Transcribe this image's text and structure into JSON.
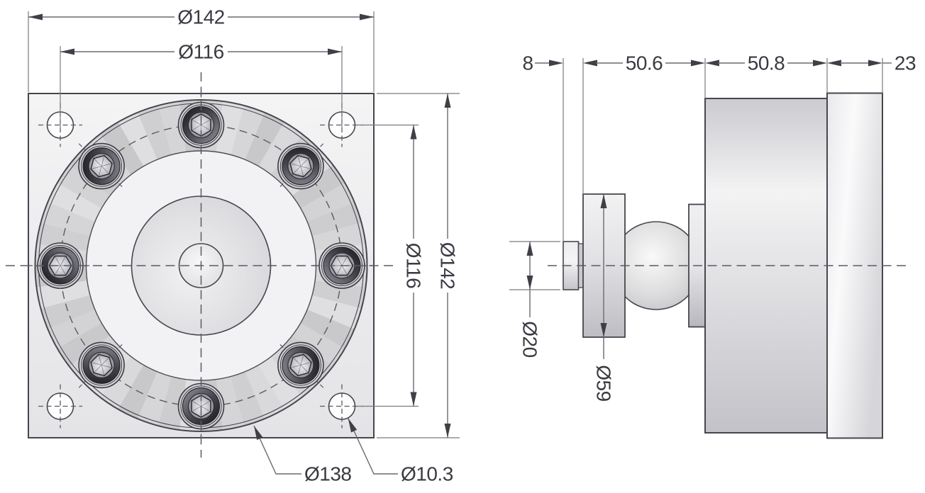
{
  "drawing": {
    "front_view": {
      "bolt_count": 8,
      "dims": {
        "plate_width": "Ø142",
        "bolt_circle": "Ø116",
        "bolt_circle_v": "Ø116",
        "plate_height": "Ø142",
        "flange_od": "Ø138",
        "corner_hole_dia": "Ø10.3"
      }
    },
    "side_view": {
      "dims": {
        "stub_length": "8",
        "mid_section_length": "50.6",
        "body_length": "50.8",
        "flange_thickness": "23",
        "stub_dia": "Ø20",
        "disc_dia": "Ø59"
      }
    },
    "colors": {
      "line": "#46464e",
      "dim_line": "#6a6a70",
      "text": "#3a3a42",
      "metal_light": "#f3f3f4",
      "metal_dark": "#c2c2c8",
      "screw_head_dark": "#17171c"
    }
  }
}
